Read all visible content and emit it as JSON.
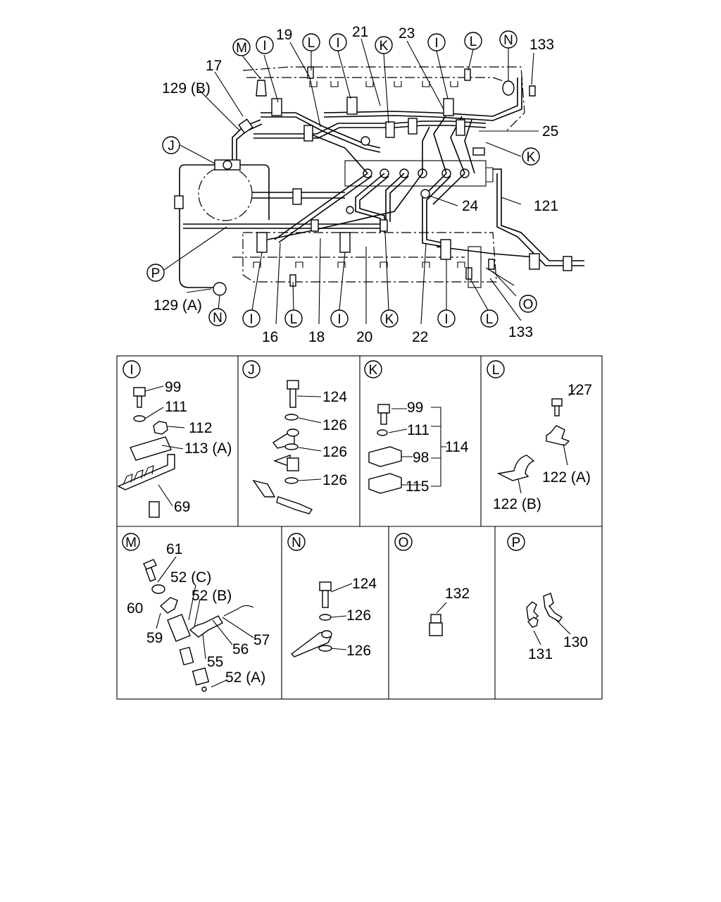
{
  "main_diagram": {
    "part_labels": [
      "133",
      "17",
      "129 (B)",
      "19",
      "21",
      "23",
      "25",
      "121",
      "24",
      "129 (A)",
      "16",
      "18",
      "20",
      "22",
      "133"
    ],
    "markers": [
      "M",
      "I",
      "L",
      "I",
      "K",
      "I",
      "L",
      "N",
      "J",
      "K",
      "P",
      "N",
      "I",
      "L",
      "I",
      "K",
      "I",
      "L",
      "O"
    ]
  },
  "detail_panels": [
    {
      "marker": "I",
      "labels": [
        "99",
        "111",
        "112",
        "113 (A)",
        "69"
      ]
    },
    {
      "marker": "J",
      "labels": [
        "124",
        "126",
        "126",
        "126"
      ]
    },
    {
      "marker": "K",
      "labels": [
        "99",
        "111",
        "98",
        "115",
        "114"
      ]
    },
    {
      "marker": "L",
      "labels": [
        "127",
        "122 (A)",
        "122 (B)"
      ]
    },
    {
      "marker": "M",
      "labels": [
        "61",
        "60",
        "52 (C)",
        "52 (B)",
        "59",
        "55",
        "56",
        "57",
        "52 (A)"
      ]
    },
    {
      "marker": "N",
      "labels": [
        "124",
        "126",
        "126"
      ]
    },
    {
      "marker": "O",
      "labels": [
        "132"
      ]
    },
    {
      "marker": "P",
      "labels": [
        "131",
        "130"
      ]
    }
  ]
}
